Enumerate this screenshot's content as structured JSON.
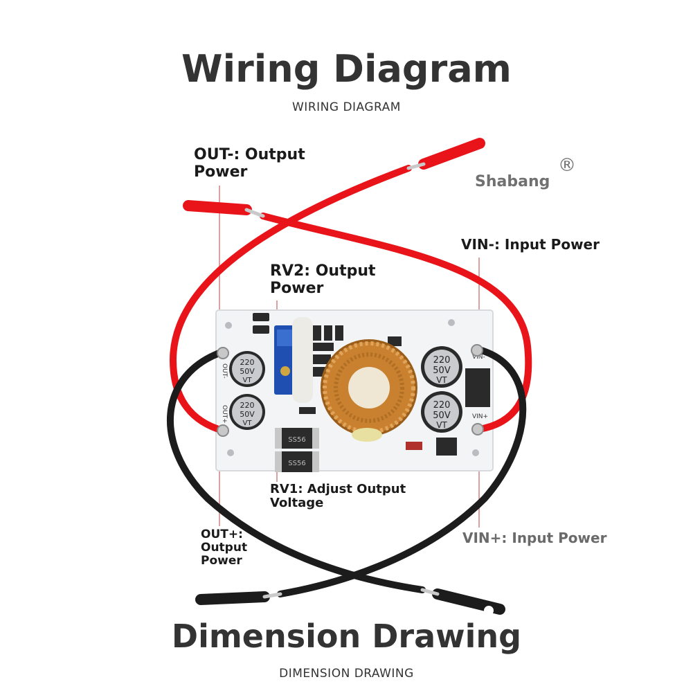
{
  "header": {
    "title": "Wiring Diagram",
    "subtitle": "WIRING DIAGRAM"
  },
  "footer": {
    "title": "Dimension Drawing",
    "subtitle": "DIMENSION DRAWING"
  },
  "brand": {
    "name": "Shabang",
    "mark": "®"
  },
  "labels": {
    "out_minus": "OUT-: Output Power",
    "rv2": "RV2: Output Power",
    "vin_minus": "VIN-: Input Power",
    "rv1": "RV1: Adjust Output Voltage",
    "out_plus": "OUT+: Output Power",
    "vin_plus": "VIN+: Input Power"
  },
  "board_marks": {
    "capacitor_text": [
      "220",
      "50V",
      "VT"
    ],
    "pad_out_minus": "OUT-",
    "pad_out_plus": "OUT+",
    "pad_vin_minus": "VIN-",
    "pad_vin_plus": "VIN+",
    "diode_text": "SS56"
  },
  "colors": {
    "red_wire": "#e8141a",
    "black_wire": "#1c1c1c",
    "board": "#f3f4f6",
    "copper": "#c9812f"
  }
}
